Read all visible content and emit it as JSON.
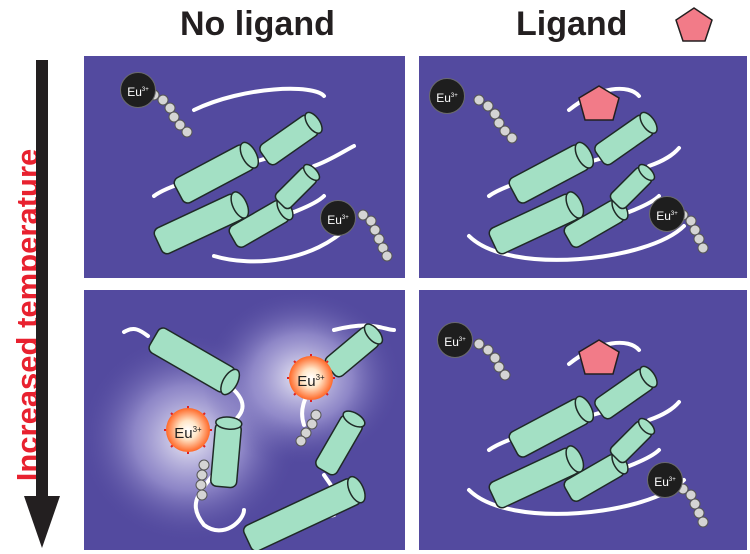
{
  "headers": {
    "no_ligand": "No ligand",
    "ligand": "Ligand"
  },
  "side_label": "Increased temperature",
  "eu_label": "Eu",
  "eu_charge": "3+",
  "colors": {
    "panel": "#534a9f",
    "helix": "#a3e0c4",
    "ligand": "#f27b88",
    "arrow": "#231f20",
    "side_label": "#e8212f",
    "glow": "#e02020"
  }
}
